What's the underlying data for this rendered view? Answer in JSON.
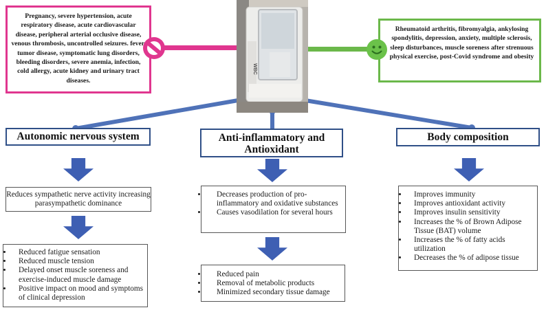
{
  "contraindications": {
    "text": "Pregnancy, severe hypertension, acute respiratory disease, acute cardiovascular disease, peripheral arterial occlusive disease, venous thrombosis, uncontrolled seizures. fever, tumor disease, symptomatic lung disorders, bleeding disorders, severe anemia, infection, cold allergy, acute kidney and urinary tract diseases.",
    "icon": "no-entry-icon",
    "color": "#e0368f"
  },
  "indications": {
    "text": "Rheumatoid arthritis, fibromyalgia, ankylosing spondylitis, depression, anxiety, multiple sclerosis, sleep disturbances, muscle soreness after strenuous physical exercise, post-Covid syndrome and obesity",
    "icon": "smiley-icon",
    "color": "#6bb84a"
  },
  "chamber": {
    "label": "WBC",
    "icon": "cryo-chamber-photo"
  },
  "columns": {
    "autonomic": {
      "title": "Autonomic nervous system",
      "summary": "Reduces sympathetic nerve activity increasing parasympathetic dominance",
      "effects": [
        "Reduced fatigue sensation",
        "Reduced muscle tension",
        "Delayed onset muscle soreness and exercise-induced muscle damage",
        "Positive impact on mood and symptoms of clinical depression"
      ]
    },
    "antiinflammatory": {
      "title": "Anti-inflammatory and Antioxidant",
      "mechanisms": [
        "Decreases production of pro-inflammatory and oxidative substances",
        "Causes vasodilation for several hours"
      ],
      "effects": [
        "Reduced pain",
        "Removal of metabolic products",
        "Minimized secondary tissue damage"
      ]
    },
    "body": {
      "title": "Body composition",
      "effects": [
        "Improves immunity",
        "Improves antioxidant activity",
        "Improves insulin  sensitivity",
        "Increases the % of Brown Adipose Tissue (BAT) volume",
        "Increases the % of fatty acids utilization",
        "Decreases the % of adipose tissue"
      ]
    }
  },
  "colors": {
    "connector": "#4f72b8",
    "arrow": "#3e5fb3",
    "heading_border": "#2f4f87"
  }
}
